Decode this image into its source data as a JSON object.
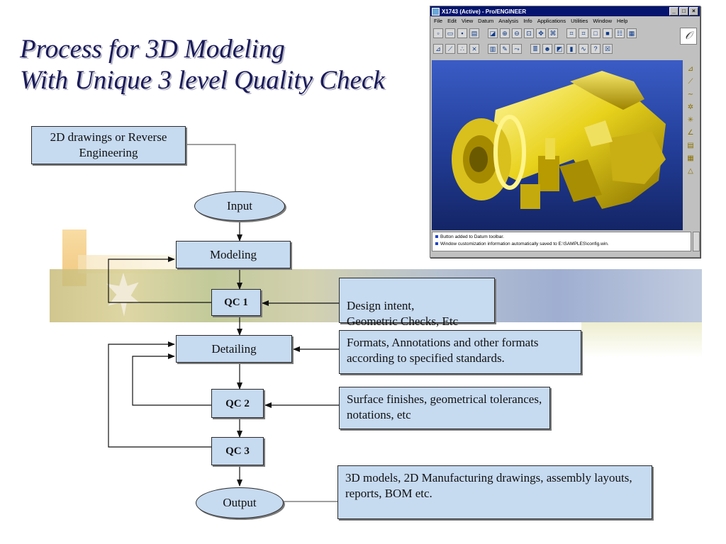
{
  "title": {
    "line1": "Process for 3D Modeling",
    "line2": "With Unique 3 level Quality Check"
  },
  "flow": {
    "source": "2D drawings or Reverse Engineering",
    "input": "Input",
    "modeling": "Modeling",
    "qc1": "QC 1",
    "detailing": "Detailing",
    "qc2": "QC 2",
    "qc3": "QC 3",
    "output": "Output"
  },
  "notes": {
    "qc1_note": "Design intent,\nGeometric Checks, Etc",
    "detailing_note": "Formats, Annotations and other formats according to specified standards.",
    "qc2_note": "Surface finishes, geometrical tolerances, notations, etc",
    "output_note": "3D models, 2D Manufacturing drawings, assembly layouts, reports, BOM etc."
  },
  "cad_window": {
    "title": "X1743 (Active) - Pro/ENGINEER",
    "menu": [
      "File",
      "Edit",
      "View",
      "Datum",
      "Analysis",
      "Info",
      "Applications",
      "Utilities",
      "Window",
      "Help"
    ],
    "messages": [
      "Button added to Datum toolbar.",
      "Window customization information automatically saved to E:\\SAMPLES\\config.win."
    ],
    "colors": {
      "titlebar": "#05146e",
      "viewport": "#233f9a",
      "model": "#e8d21c"
    }
  },
  "colors": {
    "box_fill": "#c6daf0",
    "title_text": "#1a1a5a"
  }
}
